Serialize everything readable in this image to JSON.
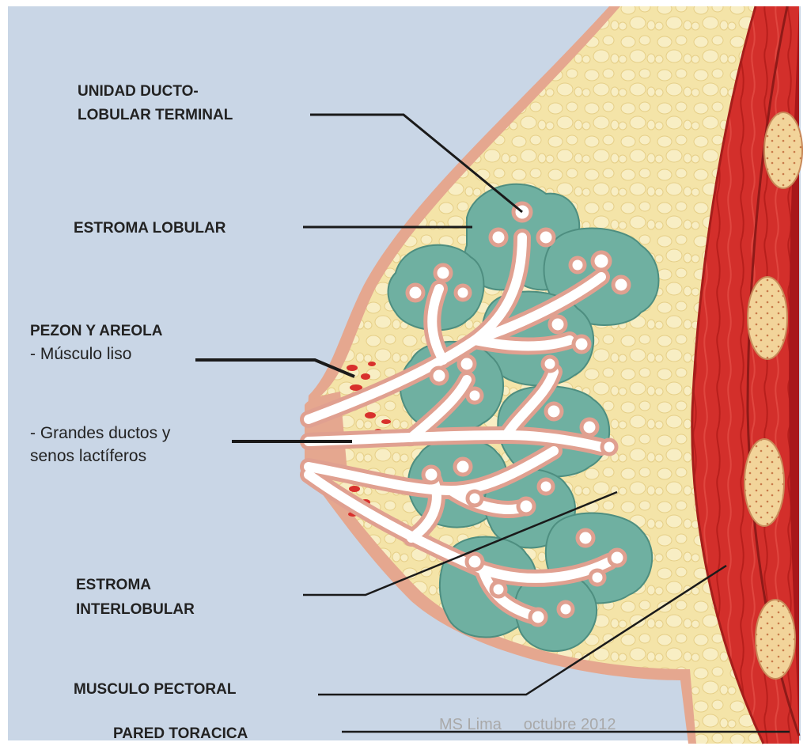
{
  "labels": {
    "unidad_ducto_1": "UNIDAD DUCTO-",
    "unidad_ducto_2": "LOBULAR TERMINAL",
    "estroma_lobular": "ESTROMA LOBULAR",
    "pezon_1": "PEZON Y AREOLA",
    "pezon_2": "- Músculo liso",
    "ductos_1": "- Grandes ductos y",
    "ductos_2": "senos lactíferos",
    "interlobular_1": "ESTROMA",
    "interlobular_2": "INTERLOBULAR",
    "musculo_pectoral": "MUSCULO PECTORAL",
    "pared_toracica": "PARED TORACICA"
  },
  "watermark": "MS Lima     octubre 2012",
  "colors": {
    "background": "#c9d6e6",
    "fat": "#f4e4a8",
    "lobule": "#6fb0a1",
    "duct_wall": "#e0a090",
    "muscle": "#d8302c",
    "rib": "#f2d49a"
  }
}
